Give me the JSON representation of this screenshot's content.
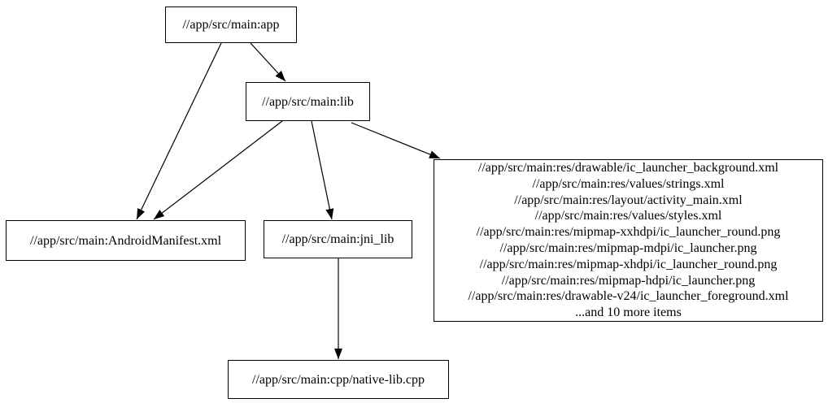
{
  "diagram": {
    "type": "dependency-graph",
    "background_color": "#ffffff",
    "node_border_color": "#000000",
    "edge_color": "#000000",
    "text_color": "#000000"
  },
  "nodes": {
    "app": {
      "label": "//app/src/main:app"
    },
    "lib": {
      "label": "//app/src/main:lib"
    },
    "android_manifest": {
      "label": "//app/src/main:AndroidManifest.xml"
    },
    "jni_lib": {
      "label": "//app/src/main:jni_lib"
    },
    "native_lib_cpp": {
      "label": "//app/src/main:cpp/native-lib.cpp"
    },
    "resources": {
      "lines": [
        "//app/src/main:res/drawable/ic_launcher_background.xml",
        "//app/src/main:res/values/strings.xml",
        "//app/src/main:res/layout/activity_main.xml",
        "//app/src/main:res/values/styles.xml",
        "//app/src/main:res/mipmap-xxhdpi/ic_launcher_round.png",
        "//app/src/main:res/mipmap-mdpi/ic_launcher.png",
        "//app/src/main:res/mipmap-xhdpi/ic_launcher_round.png",
        "//app/src/main:res/mipmap-hdpi/ic_launcher.png",
        "//app/src/main:res/drawable-v24/ic_launcher_foreground.xml",
        "...and 10 more items"
      ]
    }
  },
  "edges": [
    {
      "from": "//app/src/main:app",
      "to": "//app/src/main:lib"
    },
    {
      "from": "//app/src/main:app",
      "to": "//app/src/main:AndroidManifest.xml"
    },
    {
      "from": "//app/src/main:lib",
      "to": "//app/src/main:AndroidManifest.xml"
    },
    {
      "from": "//app/src/main:lib",
      "to": "//app/src/main:jni_lib"
    },
    {
      "from": "//app/src/main:lib",
      "to": "resources-file-group"
    },
    {
      "from": "//app/src/main:jni_lib",
      "to": "//app/src/main:cpp/native-lib.cpp"
    }
  ]
}
